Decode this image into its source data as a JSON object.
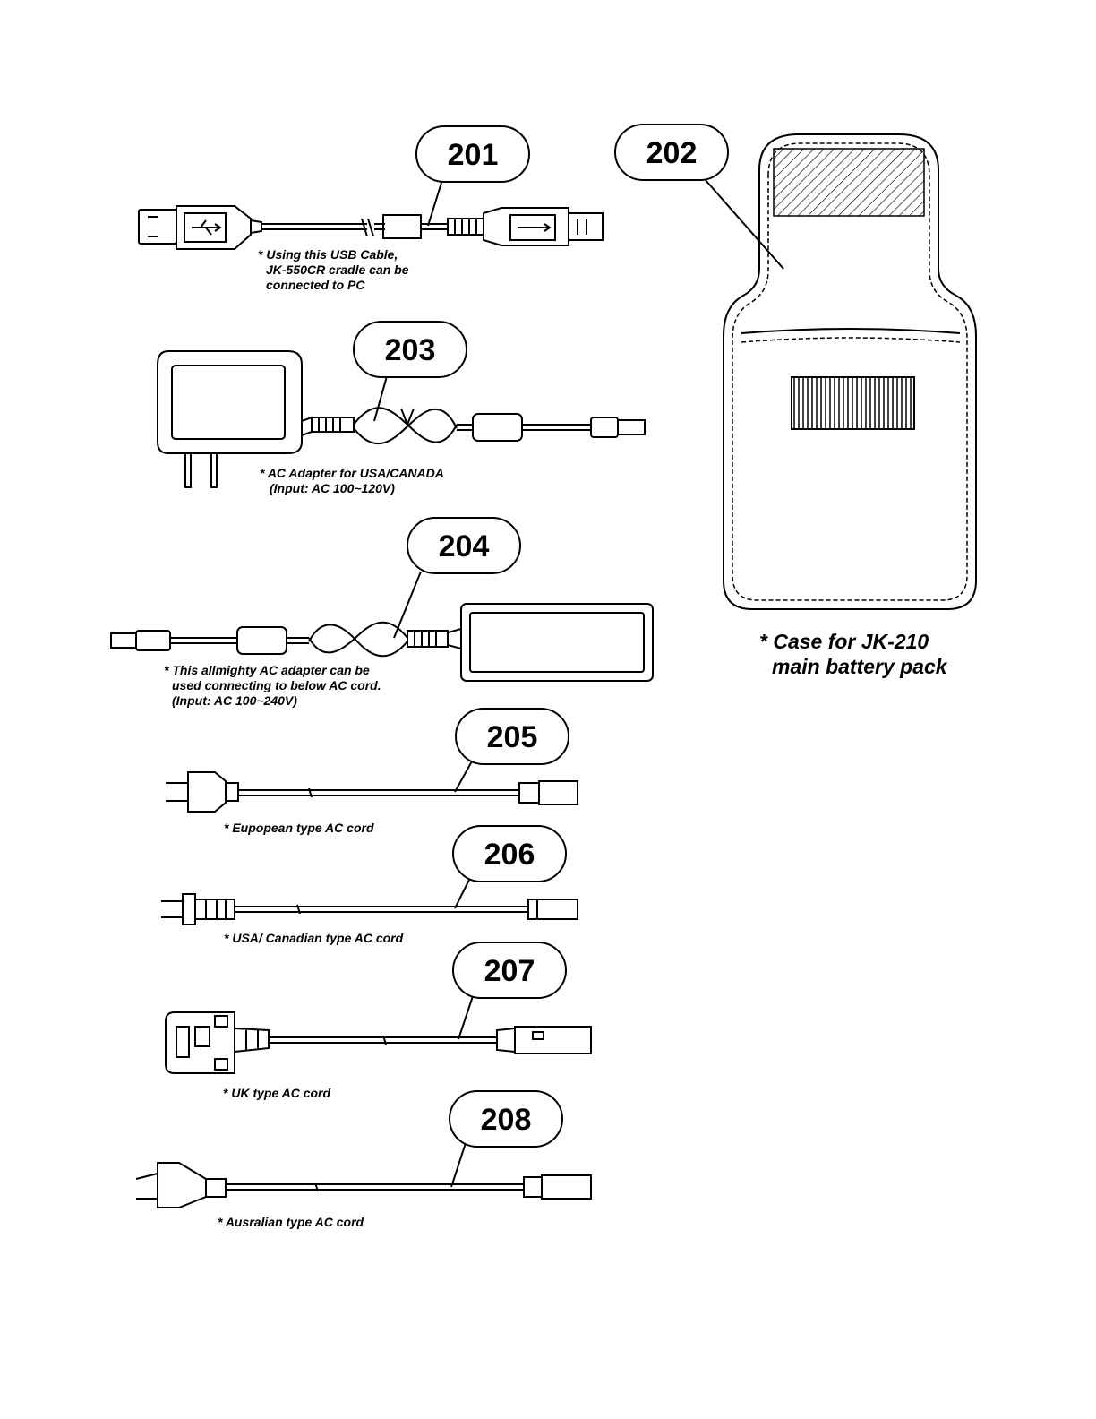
{
  "parts": [
    {
      "id": "201",
      "caption_lines": [
        "* Using this USB Cable,",
        "JK-550CR cradle can be",
        "connected to PC"
      ],
      "icon": "usb-cable-icon"
    },
    {
      "id": "202",
      "caption_lines": [
        "* Case for JK-210",
        "main battery pack"
      ],
      "icon": "battery-case-icon"
    },
    {
      "id": "203",
      "caption_lines": [
        "* AC Adapter for USA/CANADA",
        "(Input: AC 100~120V)"
      ],
      "icon": "wall-adapter-icon"
    },
    {
      "id": "204",
      "caption_lines": [
        "* This allmighty AC adapter can be",
        "used connecting to below AC cord.",
        "(Input: AC 100~240V)"
      ],
      "icon": "desktop-adapter-icon"
    },
    {
      "id": "205",
      "caption_lines": [
        "* Eupopean type AC cord"
      ],
      "icon": "eu-cord-icon"
    },
    {
      "id": "206",
      "caption_lines": [
        "* USA/ Canadian type AC cord"
      ],
      "icon": "us-cord-icon"
    },
    {
      "id": "207",
      "caption_lines": [
        "* UK type AC cord"
      ],
      "icon": "uk-cord-icon"
    },
    {
      "id": "208",
      "caption_lines": [
        "* Ausralian type AC cord"
      ],
      "icon": "au-cord-icon"
    }
  ],
  "colors": {
    "ink": "#000000",
    "paper": "#ffffff"
  }
}
